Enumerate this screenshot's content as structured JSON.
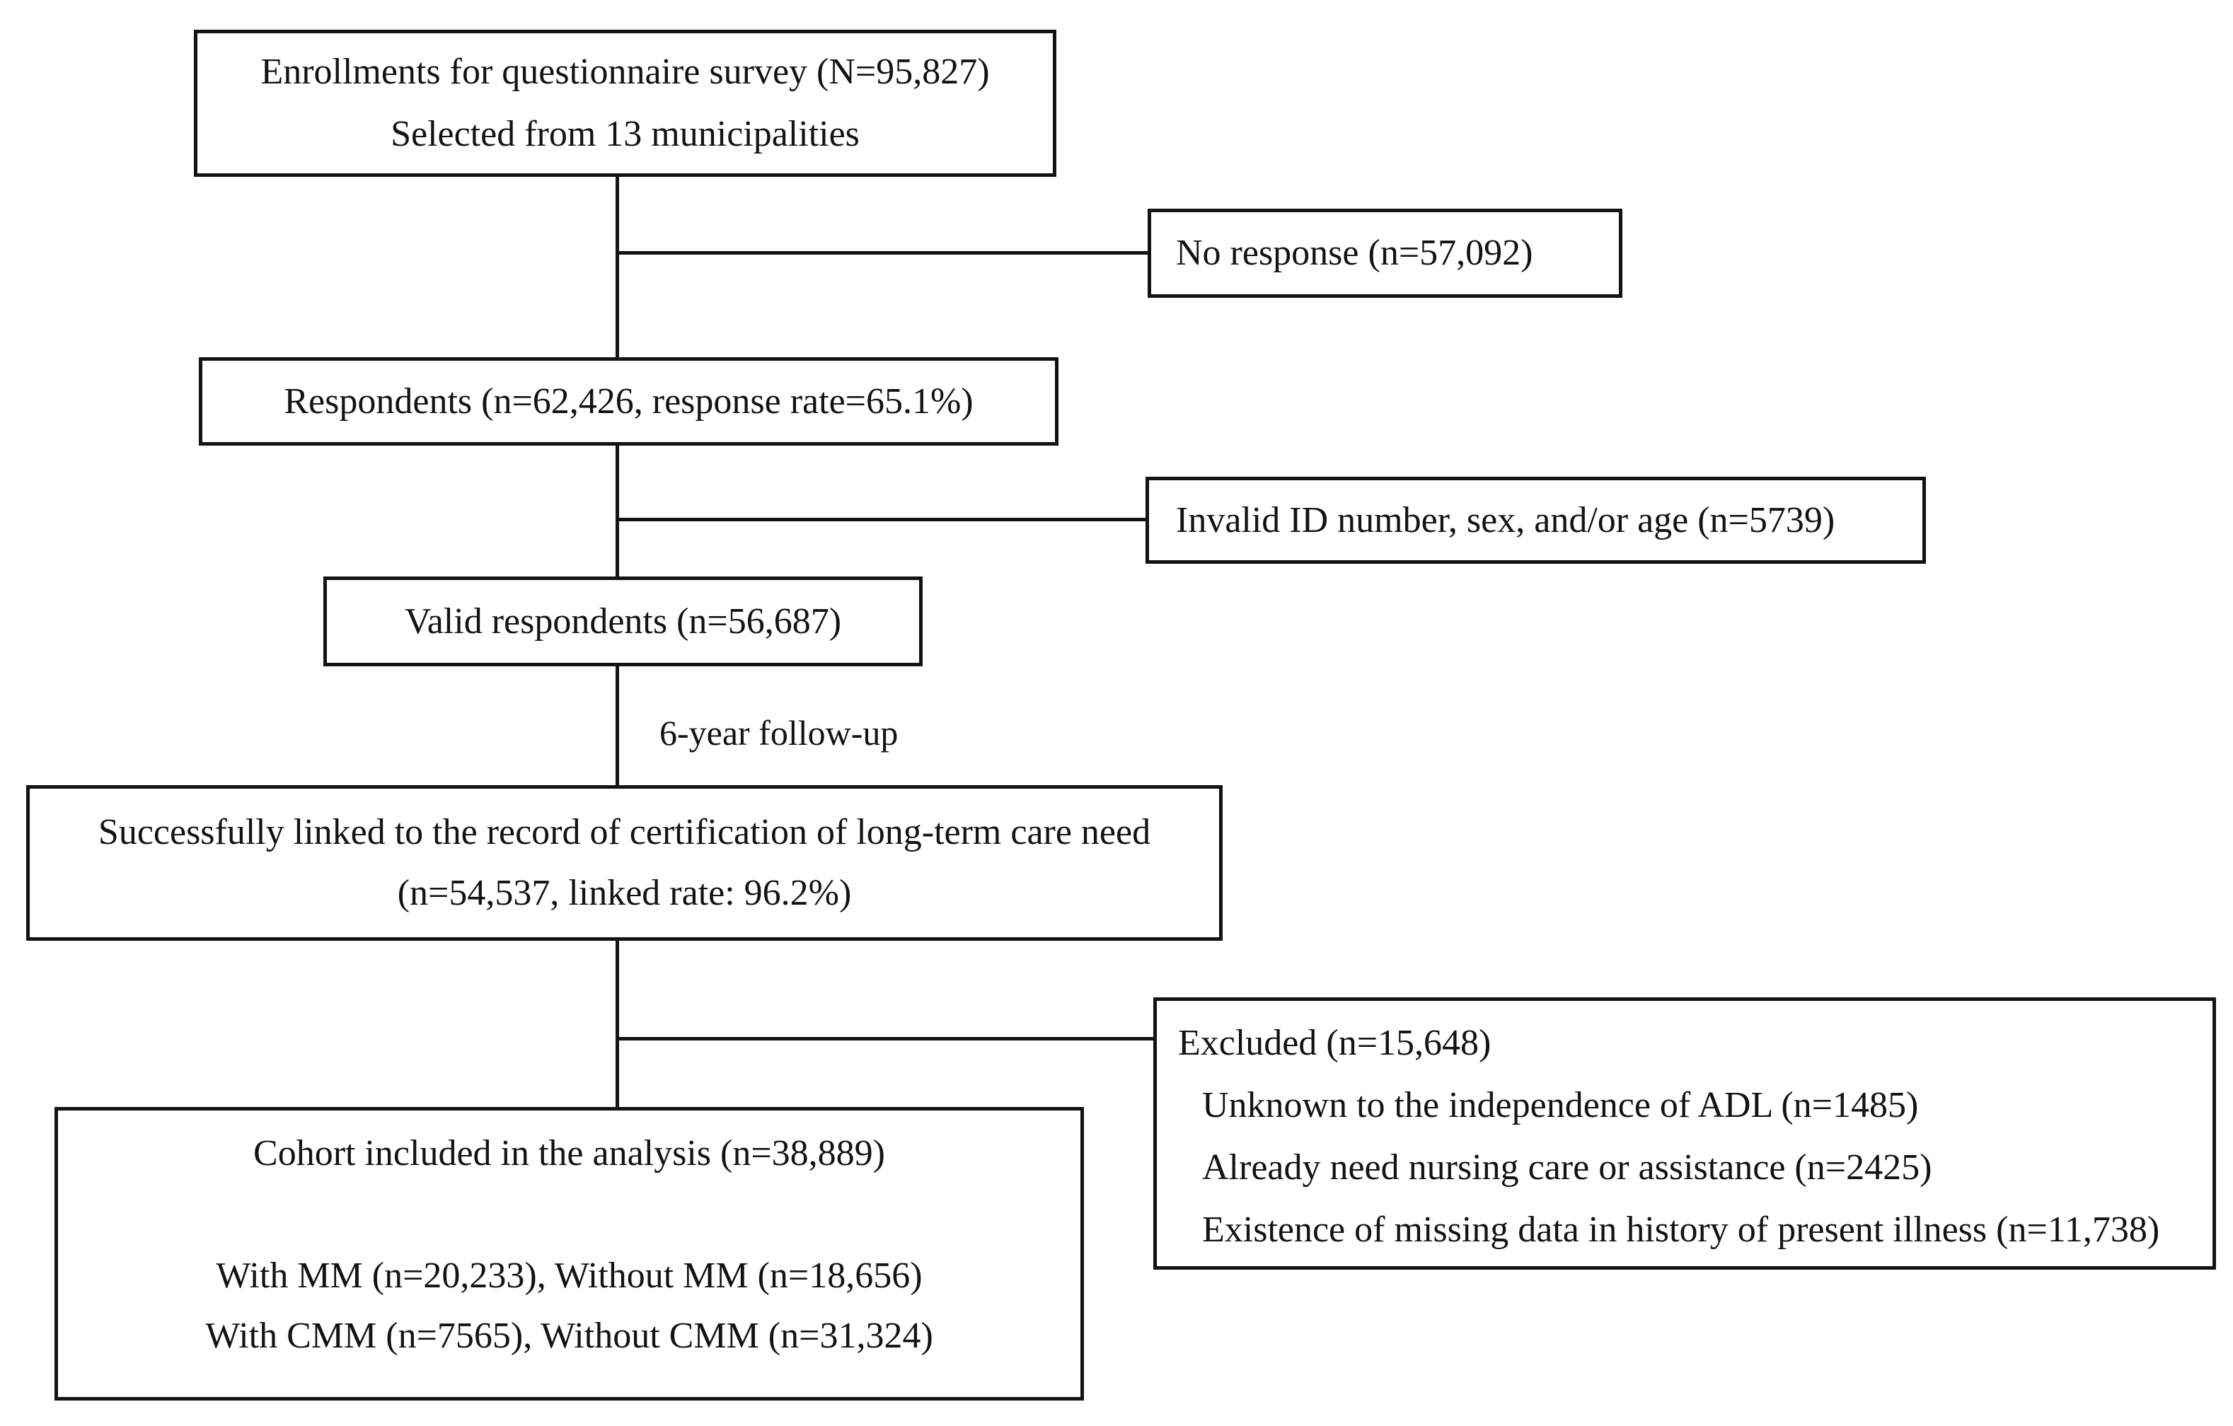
{
  "diagram": {
    "colors": {
      "ink": "#131313",
      "background": "#ffffff"
    },
    "labels": {
      "followup": "6-year follow-up"
    },
    "boxes": {
      "enrollment": {
        "line1": "Enrollments for questionnaire survey (N=95,827)",
        "line2": "Selected from 13 municipalities"
      },
      "no_response": {
        "label": "No response (n=57,092)"
      },
      "respondents": {
        "label": "Respondents (n=62,426, response rate=65.1%)"
      },
      "invalid_id": {
        "label": "Invalid ID number, sex, and/or age (n=5739)"
      },
      "valid_respondents": {
        "label": "Valid respondents (n=56,687)"
      },
      "linked": {
        "line1": "Successfully linked to the record of certification of long-term care need",
        "line2": "(n=54,537, linked rate: 96.2%)"
      },
      "excluded": {
        "line1": "Excluded (n=15,648)",
        "line2": "Unknown to the independence of ADL (n=1485)",
        "line3": "Already need nursing care or assistance (n=2425)",
        "line4": "Existence of missing data in history of present illness (n=11,738)"
      },
      "cohort": {
        "line1": "Cohort included in the analysis (n=38,889)",
        "line2": "With MM (n=20,233), Without MM (n=18,656)",
        "line3": "With CMM (n=7565), Without CMM (n=31,324)"
      }
    }
  }
}
